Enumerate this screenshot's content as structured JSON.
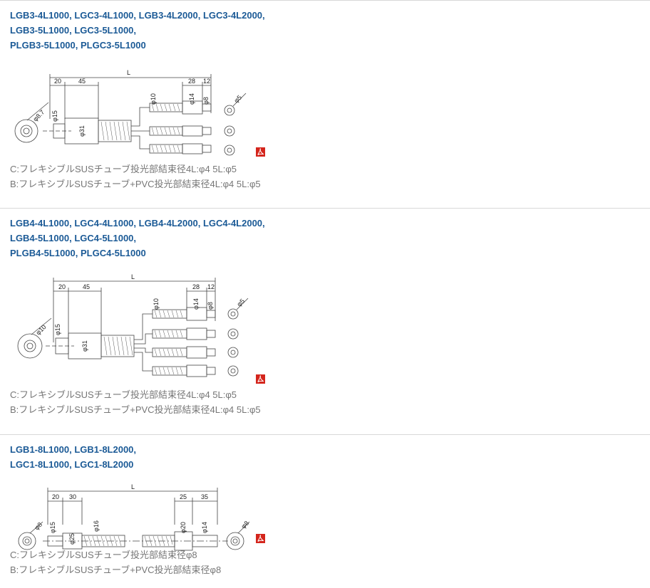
{
  "sections": [
    {
      "title_lines": [
        "LGB3-4L1000, LGC3-4L1000, LGB3-4L2000, LGC3-4L2000,",
        "LGB3-5L1000, LGC3-5L1000,",
        "PLGB3-5L1000, PLGC3-5L1000"
      ],
      "dims": {
        "L": "L",
        "d1": "20",
        "d2": "45",
        "d3": "28",
        "d4": "12",
        "phi_head": "φ8.7",
        "phi_a": "φ15",
        "phi_b": "φ31",
        "phi_c": "φ10",
        "phi_d": "φ14",
        "phi_e": "φ8",
        "phi_end": "φ5"
      },
      "note_lines": [
        "C:フレキシブルSUSチューブ投光部結束径4L:φ4 5L:φ5",
        "B:フレキシブルSUSチューブ+PVC投光部結束径4L:φ4 5L:φ5"
      ],
      "pdf_icon": "pdf-icon"
    },
    {
      "title_lines": [
        "LGB4-4L1000, LGC4-4L1000, LGB4-4L2000, LGC4-4L2000,",
        "LGB4-5L1000, LGC4-5L1000,",
        "PLGB4-5L1000, PLGC4-5L1000"
      ],
      "dims": {
        "L": "L",
        "d1": "20",
        "d2": "45",
        "d3": "28",
        "d4": "12",
        "phi_head": "φ10",
        "phi_a": "φ15",
        "phi_b": "φ31",
        "phi_c": "φ10",
        "phi_d": "φ14",
        "phi_e": "φ8",
        "phi_end": "φ5"
      },
      "note_lines": [
        "C:フレキシブルSUSチューブ投光部結束径4L:φ4 5L:φ5",
        "B:フレキシブルSUSチューブ+PVC投光部結束径4L:φ4 5L:φ5"
      ],
      "pdf_icon": "pdf-icon"
    },
    {
      "title_lines": [
        "LGB1-8L1000, LGB1-8L2000,",
        "LGC1-8L1000, LGC1-8L2000"
      ],
      "dims": {
        "L": "L",
        "d1": "20",
        "d2": "30",
        "d3": "25",
        "d4": "35",
        "phi_head": "φ8",
        "phi_a": "φ15",
        "phi_b": "φ25",
        "phi_c": "φ16",
        "phi_d": "φ20",
        "phi_e": "φ14",
        "phi_end": "φ8"
      },
      "note_lines": [
        "C:フレキシブルSUSチューブ投光部結束径φ8",
        "B:フレキシブルSUSチューブ+PVC投光部結束径φ8"
      ],
      "pdf_icon": "pdf-icon"
    }
  ],
  "colors": {
    "title": "#1b5a96",
    "note": "#777777",
    "pdf": "#d4251c"
  }
}
